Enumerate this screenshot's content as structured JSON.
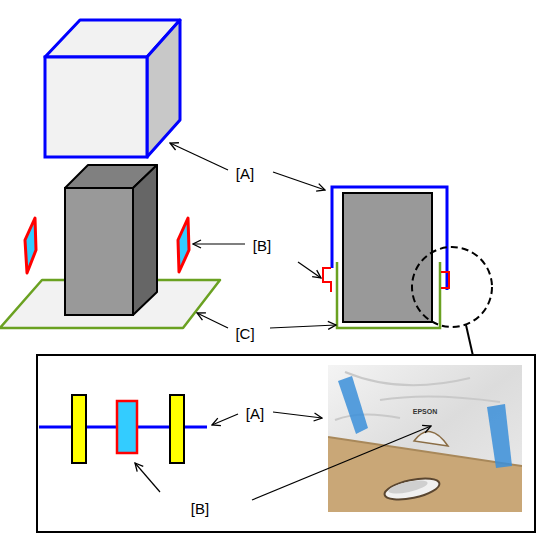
{
  "diagram": {
    "labels": [
      "[A]",
      "[B]",
      "[C]",
      "[A]",
      "EPSON",
      "[B]"
    ]
  }
}
